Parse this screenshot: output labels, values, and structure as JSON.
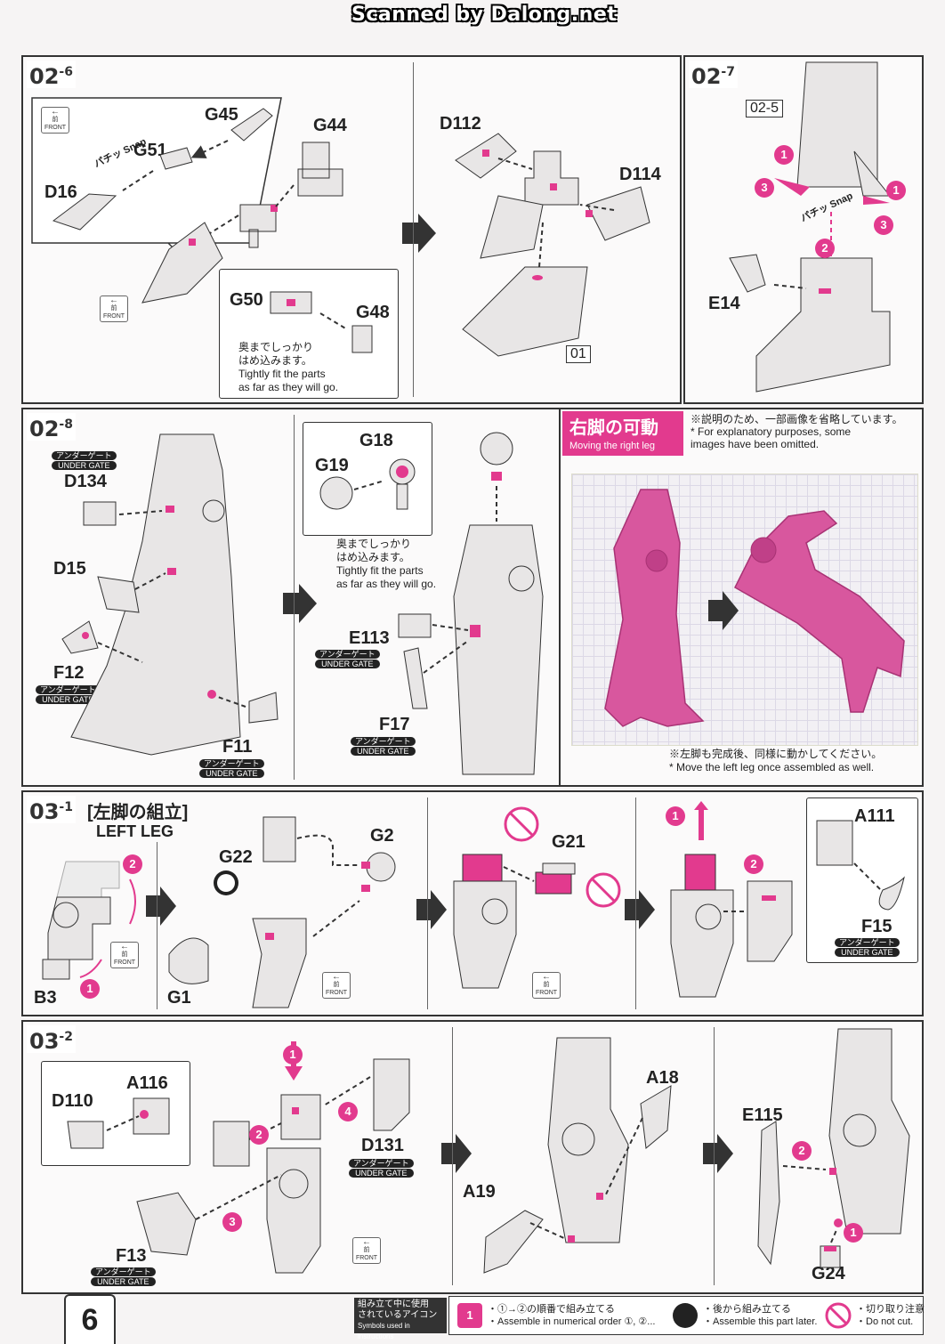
{
  "header": {
    "scanner": "Scanned by Dalong.net"
  },
  "page_number": "6",
  "colors": {
    "accent": "#e23a8e",
    "line": "#333333"
  },
  "steps": {
    "s02_6": {
      "num": "02",
      "sub": "6",
      "parts": {
        "g45": "G45",
        "g51": "G51",
        "d1_6": "D16",
        "g44": "G44",
        "g50": "G50",
        "g48": "G48"
      },
      "snap": "パチッ Snap",
      "front": "前 FRONT",
      "tip_jp1": "奥までしっかり",
      "tip_jp2": "はめ込みます。",
      "tip_en1": "Tightly fit the parts",
      "tip_en2": "as far as they will go.",
      "part_d1_12": "D112",
      "part_d1_14": "D114",
      "ref": "01"
    },
    "s02_7": {
      "num": "02",
      "sub": "7",
      "ref": "02-5",
      "part_e1_4": "E14",
      "snap": "パチッ Snap",
      "b1": "1",
      "b2": "2",
      "b3": "3"
    },
    "s02_8": {
      "num": "02",
      "sub": "8",
      "under_gate_jp": "アンダーゲート",
      "under_gate_en": "UNDER GATE",
      "parts": {
        "d1_34": "D134",
        "d1_5": "D15",
        "f12": "F12",
        "f11": "F11",
        "g18": "G18",
        "g19": "G19",
        "e1_13": "E113",
        "f17": "F17"
      },
      "tip_jp1": "奥までしっかり",
      "tip_jp2": "はめ込みます。",
      "tip_en1": "Tightly fit the parts",
      "tip_en2": "as far as they will go."
    },
    "right_leg": {
      "title_jp": "右脚の可動",
      "title_en": "Moving the right leg",
      "note_jp": "※説明のため、一部画像を省略しています。",
      "note_en1": "* For explanatory purposes, some",
      "note_en2": "images have been omitted.",
      "foot_jp": "※左脚も完成後、同様に動かしてください。",
      "foot_en": "* Move the left leg once assembled as well."
    },
    "s03_1": {
      "num": "03",
      "sub": "1",
      "title_jp": "[左脚の組立]",
      "title_en": "LEFT LEG",
      "parts": {
        "b3": "B3",
        "g22": "G22",
        "g2": "G2",
        "g1": "G1",
        "g21": "G21",
        "a1_11": "A111",
        "f15": "F15"
      },
      "front": "前 FRONT"
    },
    "s03_2": {
      "num": "03",
      "sub": "2",
      "parts": {
        "d1_10": "D110",
        "a1_16": "A116",
        "d1_31": "D131",
        "f13": "F13",
        "a1_8": "A18",
        "a1_9": "A19",
        "e1_15": "E115",
        "g24": "G24"
      },
      "front": "前 FRONT"
    }
  },
  "legend": {
    "title_jp1": "組み立て中に使用",
    "title_jp2": "されているアイコン",
    "title_en": "Symbols used in instructions",
    "item1_jp": "・①→②の順番で組み立てる",
    "item1_en": "・Assemble in numerical order ①, ②...",
    "item2_jp": "・後から組み立てる",
    "item2_en": "・Assemble this part later.",
    "item3_jp": "・切り取り注意",
    "item3_en": "・Do not cut."
  }
}
